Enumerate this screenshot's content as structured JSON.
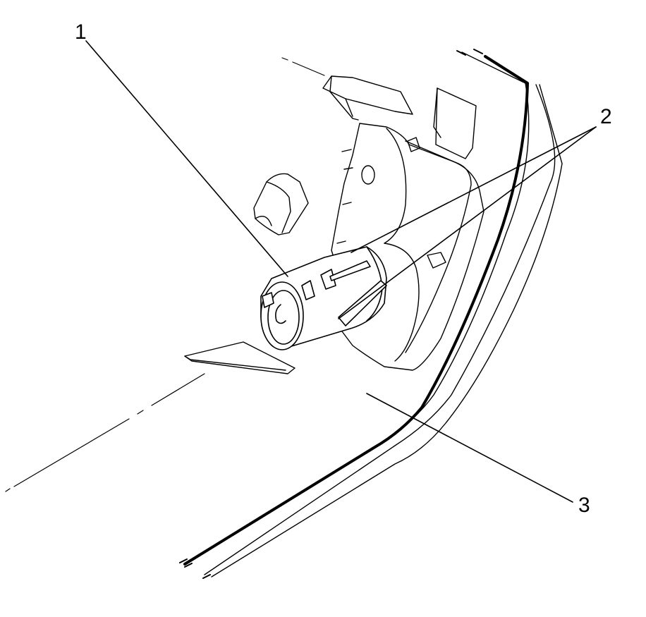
{
  "callouts": [
    {
      "id": "1",
      "label": "1"
    },
    {
      "id": "2",
      "label": "2"
    },
    {
      "id": "3",
      "label": "3"
    }
  ],
  "colors": {
    "line": "#000000",
    "background": "#ffffff",
    "fill": "#ffffff"
  }
}
